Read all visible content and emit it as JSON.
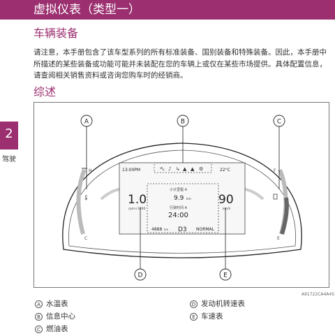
{
  "header": {
    "title": "虚拟仪表（类型一）"
  },
  "section1": {
    "title": "车辆装备"
  },
  "paragraph": "请注意，本手册包含了该车型系列的所有标准装备、国别装备和特殊装备。因此，本手册中所描述的某些装备或功能可能并未装配在您的车辆上或仅在某些市场提供。具体配置信息，请查阅相关销售资料或咨询您购车时的经销商。",
  "section2": {
    "title": "综述"
  },
  "side_tab": {
    "number": "2",
    "label": "驾驶"
  },
  "cluster": {
    "callouts": {
      "a": "A",
      "b": "B",
      "c": "C",
      "d": "D",
      "e": "E"
    },
    "time": "13:00PM",
    "outside_temp": "22°C",
    "left_value": "1.0",
    "left_unit": "rpm×1000",
    "right_value": "90",
    "right_unit": "km/h",
    "trip_label": "小计里程 A",
    "trip_value": "9.9",
    "trip_unit": "km",
    "time_label": "行驶时间 A",
    "time_value": "24:00",
    "odometer": "4888",
    "odometer_unit": "km",
    "gear": "D3",
    "mode": "NORMAL",
    "temp_hot": "H",
    "temp_cold": "C",
    "fuel_full": "F",
    "fuel_empty": "E"
  },
  "figure_code": "A91722CA4A45",
  "legend": {
    "a": {
      "key": "A",
      "label": "水温表"
    },
    "b": {
      "key": "B",
      "label": "信息中心"
    },
    "c": {
      "key": "C",
      "label": "燃油表"
    },
    "d": {
      "key": "D",
      "label": "发动机转速表"
    },
    "e": {
      "key": "E",
      "label": "车速表"
    }
  }
}
